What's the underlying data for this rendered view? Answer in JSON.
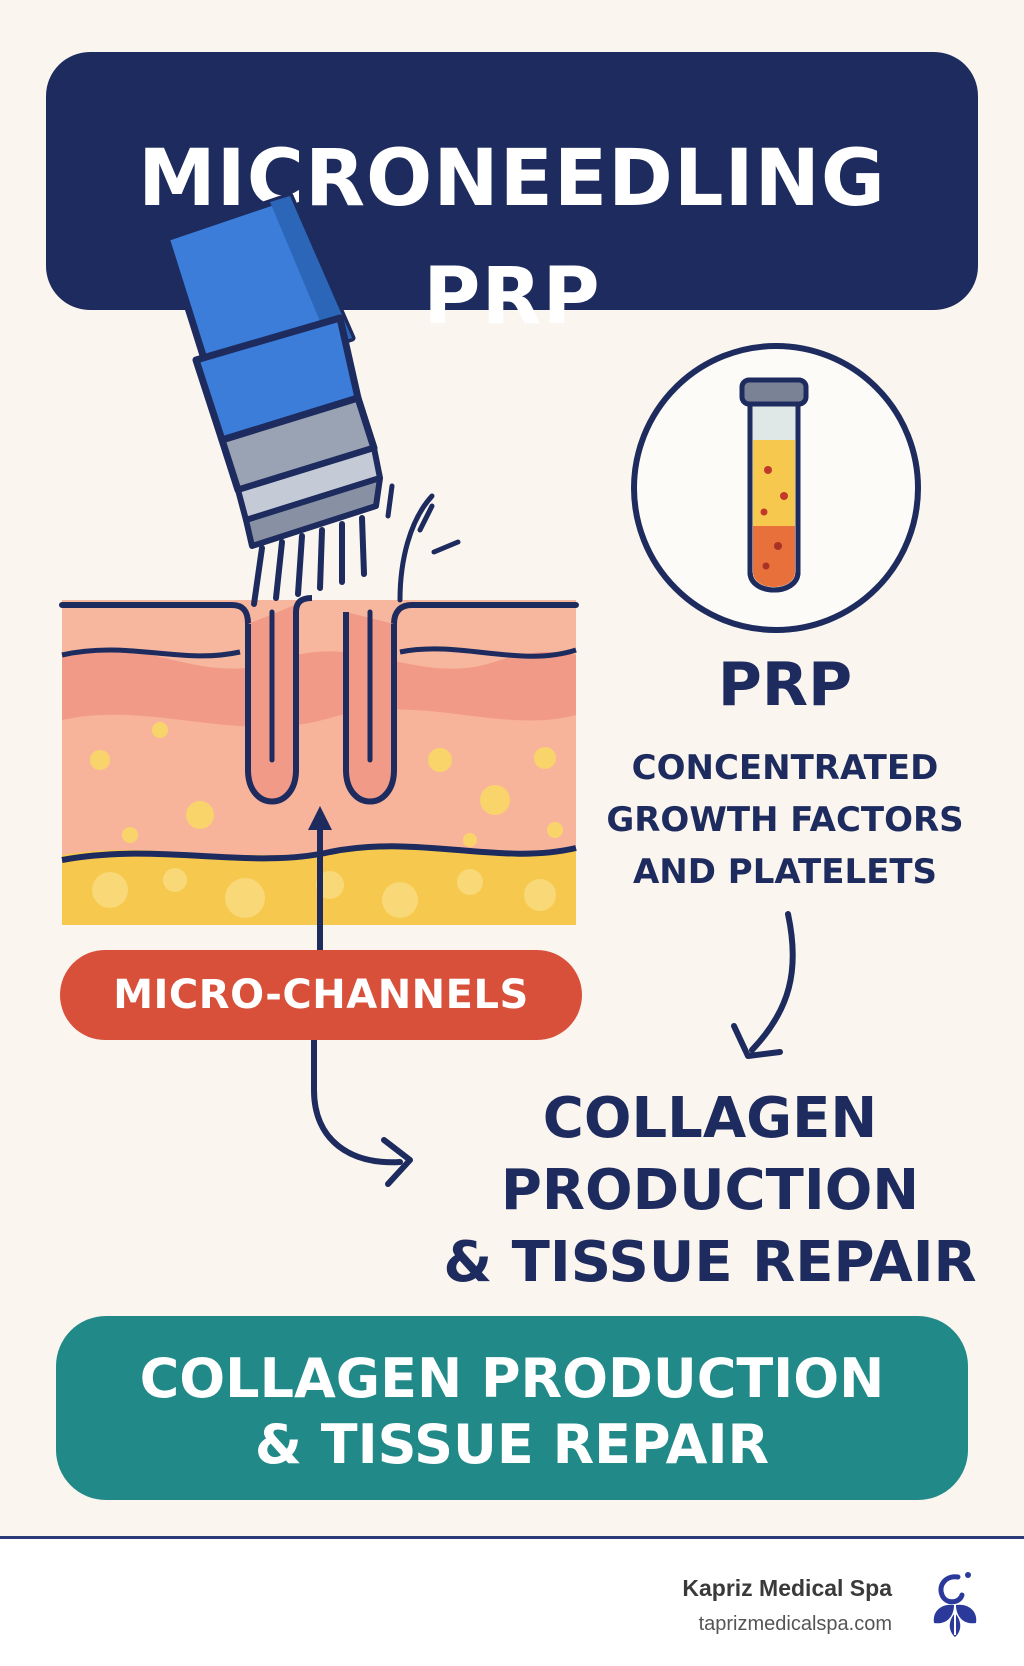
{
  "title": {
    "line1": "MICRONEEDLING",
    "line2": "PRP"
  },
  "prp": {
    "heading": "PRP",
    "description": [
      "CONCENTRATED",
      "GROWTH FACTORS",
      "AND PLATELETS"
    ]
  },
  "micro_channels_label": "MICRO-CHANNELS",
  "result": [
    "COLLAGEN",
    "PRODUCTION",
    "& TISSUE REPAIR"
  ],
  "summary": [
    "COLLAGEN PRODUCTION",
    "& TISSUE REPAIR"
  ],
  "footer": {
    "brand": "Kapriz Medical Spa",
    "url": "taprizmedicalspa.com"
  },
  "icons": [
    "microneedling-device-icon",
    "skin-layers-illustration",
    "test-tube-icon",
    "arrow-icon",
    "kapriz-logo-icon"
  ],
  "colors": {
    "navy": "#1d2b5e",
    "device_blue": "#3b7dd8",
    "skin_pink": "#f2a98f",
    "fat_yellow": "#f6c94e",
    "label_red": "#d9503a",
    "teal": "#218a88",
    "background": "#faf5ee"
  }
}
